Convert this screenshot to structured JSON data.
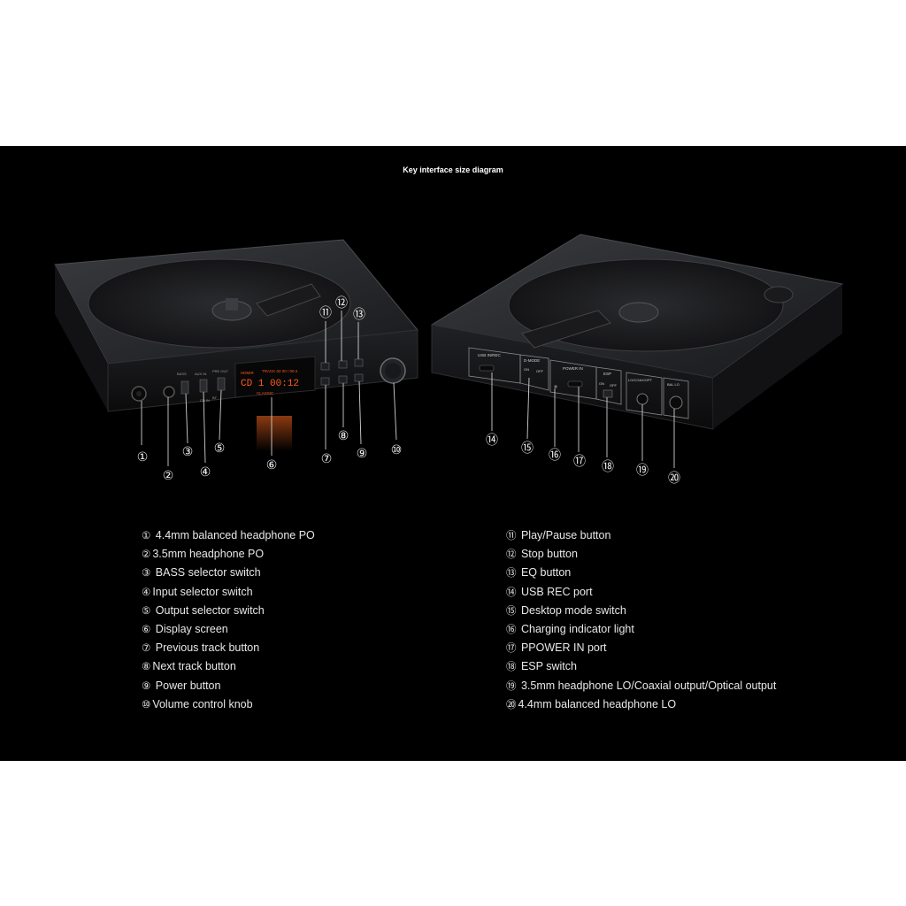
{
  "title": "Key interface size diagram",
  "front_panel": {
    "display_line1_left": "HDMIR",
    "display_line1_right": "TRACK 02 00 / 00:4",
    "display_main": "CD 1 00:12",
    "display_line3": "CLASSIC",
    "labels": [
      "BASS",
      "AUX IN",
      "CD IN",
      "PRE OUT",
      "BT"
    ]
  },
  "rear_panel": {
    "labels": [
      "USB IN/REC",
      "D-MODE",
      "ON",
      "OFF",
      "POWER IN",
      "ESP",
      "ON",
      "OFF",
      "LO/COAX/OPT",
      "BAL LO"
    ]
  },
  "callouts": [
    "①",
    "②",
    "③",
    "④",
    "⑤",
    "⑥",
    "⑦",
    "⑧",
    "⑨",
    "⑩",
    "⑪",
    "⑫",
    "⑬",
    "⑭",
    "⑮",
    "⑯",
    "⑰",
    "⑱",
    "⑲",
    "⑳"
  ],
  "legend_left": [
    {
      "num": "①",
      "text": " 4.4mm balanced headphone PO"
    },
    {
      "num": "②",
      "text": "3.5mm headphone PO"
    },
    {
      "num": "③",
      "text": " BASS selector switch"
    },
    {
      "num": "④",
      "text": "Input selector switch"
    },
    {
      "num": "⑤",
      "text": " Output selector switch"
    },
    {
      "num": "⑥",
      "text": " Display screen"
    },
    {
      "num": "⑦",
      "text": " Previous track button"
    },
    {
      "num": "⑧",
      "text": "Next track button"
    },
    {
      "num": "⑨",
      "text": " Power button"
    },
    {
      "num": "⑩",
      "text": "Volume control knob"
    }
  ],
  "legend_right": [
    {
      "num": "⑪",
      "text": " Play/Pause button"
    },
    {
      "num": "⑫",
      "text": " Stop button"
    },
    {
      "num": "⑬",
      "text": " EQ button"
    },
    {
      "num": "⑭",
      "text": " USB REC port"
    },
    {
      "num": "⑮",
      "text": " Desktop mode switch"
    },
    {
      "num": "⑯",
      "text": " Charging indicator light"
    },
    {
      "num": "⑰",
      "text": " PPOWER IN port"
    },
    {
      "num": "⑱",
      "text": " ESP switch"
    },
    {
      "num": "⑲",
      "text": " 3.5mm headphone LO/Coaxial output/Optical output"
    },
    {
      "num": "⑳",
      "text": "4.4mm balanced headphone LO"
    }
  ],
  "colors": {
    "background": "#000000",
    "display_accent": "#ff5a1e",
    "body": "#1c1c1e"
  }
}
